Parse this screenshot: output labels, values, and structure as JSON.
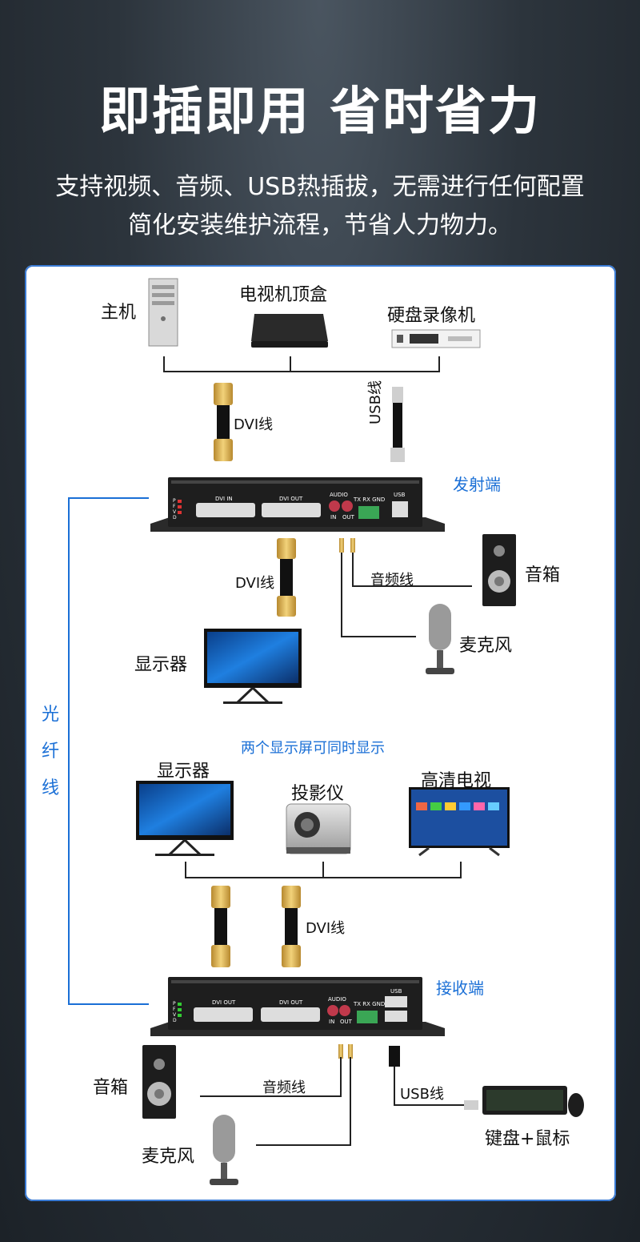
{
  "header": {
    "title": "即插即用 省时省力",
    "subtitle_line1": "支持视频、音频、USB热插拔，无需进行任何配置",
    "subtitle_line2": "简化安装维护流程，节省人力物力。"
  },
  "sources": {
    "host": "主机",
    "settop_box": "电视机顶盒",
    "nvr": "硬盘录像机"
  },
  "cables": {
    "dvi": "DVI线",
    "usb": "USB线",
    "audio": "音频线",
    "fiber_chars": [
      "光",
      "纤",
      "线"
    ]
  },
  "transmitter": {
    "label": "发射端",
    "panel": {
      "dvi_in": "DVI IN",
      "dvi_out": "DVI OUT",
      "audio": "AUDIO",
      "in": "IN",
      "out": "OUT",
      "txrx": "TX RX GND",
      "usb": "USB",
      "leds": "P F V D"
    }
  },
  "receiver": {
    "label": "接收端",
    "panel": {
      "dvi_out1": "DVI OUT",
      "dvi_out2": "DVI OUT",
      "audio": "AUDIO",
      "in": "IN",
      "out": "OUT",
      "txrx": "TX RX GND",
      "usb": "USB",
      "leds": "P F V D"
    }
  },
  "devices": {
    "speaker": "音箱",
    "microphone": "麦克风",
    "monitor": "显示器",
    "dual_note": "两个显示屏可同时显示",
    "projector": "投影仪",
    "hdtv": "高清电视",
    "keyboard_mouse": "键盘+鼠标"
  },
  "colors": {
    "accent": "#1a6fd6",
    "box": "#1e1e1e",
    "terminal": "#3aa655",
    "jack": "#c0394b"
  }
}
